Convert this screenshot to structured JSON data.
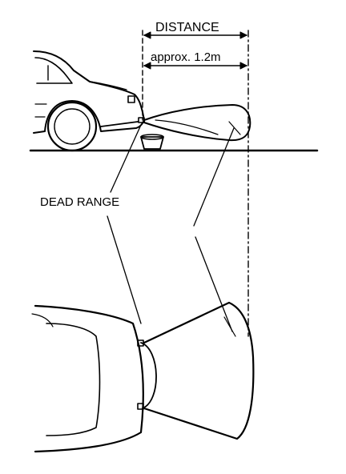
{
  "labels": {
    "distance": "DISTANCE",
    "approx": "approx. 1.2m",
    "dead_range": "DEAD RANGE"
  },
  "colors": {
    "ink": "#000000",
    "background": "#ffffff"
  }
}
